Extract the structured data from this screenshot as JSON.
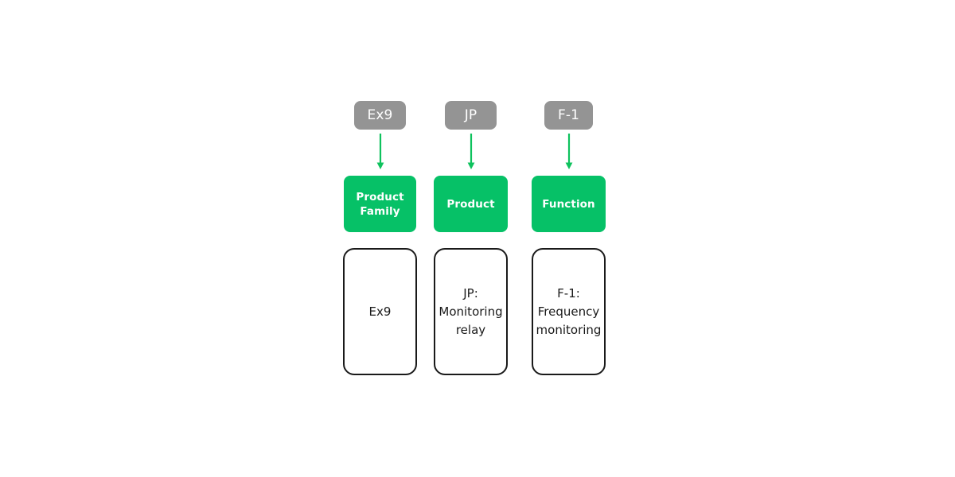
{
  "diagram": {
    "type": "product-hierarchy-breakdown",
    "background_color": "#ffffff",
    "colors": {
      "badge_fill": "#949494",
      "badge_text": "#ffffff",
      "arrow": "#0ec25d",
      "category_fill": "#06c167",
      "category_text": "#ffffff",
      "card_border": "#1a1a1a",
      "card_fill": "#ffffff",
      "card_text": "#1a1a1a"
    },
    "columns": [
      {
        "badge_label": "Ex9",
        "arrow_icon": "down-arrow-icon",
        "category_label": "Product\nFamily",
        "detail_label": "Ex9"
      },
      {
        "badge_label": "JP",
        "arrow_icon": "down-arrow-icon",
        "category_label": "Product",
        "detail_label": "JP:\nMonitoring\nrelay"
      },
      {
        "badge_label": "F-1",
        "arrow_icon": "down-arrow-icon",
        "category_label": "Function",
        "detail_label": "F-1:\nFrequency\nmonitoring"
      }
    ]
  }
}
